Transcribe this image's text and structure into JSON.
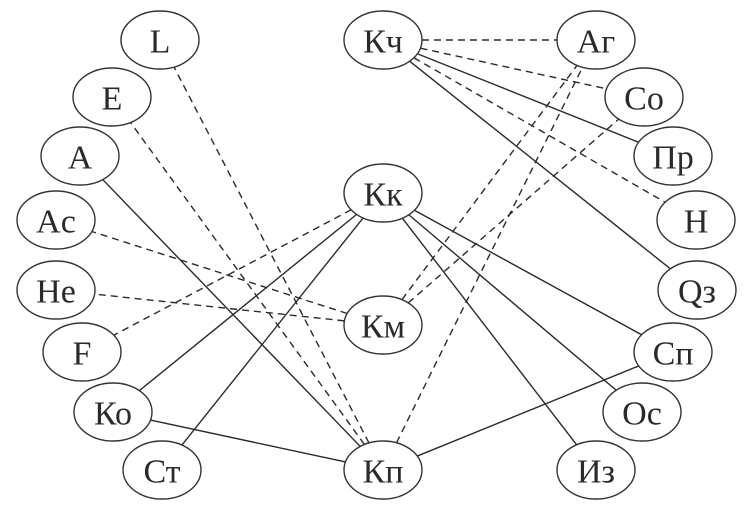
{
  "diagram": {
    "type": "graph",
    "nodes": [
      {
        "id": "L",
        "label": "L"
      },
      {
        "id": "E",
        "label": "E"
      },
      {
        "id": "A",
        "label": "A"
      },
      {
        "id": "Ac",
        "label": "Ac"
      },
      {
        "id": "He",
        "label": "He"
      },
      {
        "id": "F",
        "label": "F"
      },
      {
        "id": "Ko",
        "label": "Ко"
      },
      {
        "id": "Ct",
        "label": "Ст"
      },
      {
        "id": "Kch",
        "label": "Кч"
      },
      {
        "id": "Kk",
        "label": "Кк"
      },
      {
        "id": "Km",
        "label": "Км"
      },
      {
        "id": "Kp",
        "label": "Кп"
      },
      {
        "id": "Ag",
        "label": "Аг"
      },
      {
        "id": "Co",
        "label": "Со"
      },
      {
        "id": "Pr",
        "label": "Пр"
      },
      {
        "id": "H",
        "label": "Н"
      },
      {
        "id": "Qz",
        "label": "Qз"
      },
      {
        "id": "Sp",
        "label": "Сп"
      },
      {
        "id": "Os",
        "label": "Ос"
      },
      {
        "id": "Iz",
        "label": "Из"
      }
    ],
    "edges": [
      {
        "from": "Kch",
        "to": "Ag",
        "style": "dashed"
      },
      {
        "from": "Kch",
        "to": "Co",
        "style": "dashed"
      },
      {
        "from": "Kch",
        "to": "Pr",
        "style": "solid"
      },
      {
        "from": "Kch",
        "to": "H",
        "style": "dashed"
      },
      {
        "from": "Kch",
        "to": "Qz",
        "style": "solid"
      },
      {
        "from": "Kk",
        "to": "F",
        "style": "dashed"
      },
      {
        "from": "Kk",
        "to": "Ko",
        "style": "solid"
      },
      {
        "from": "Kk",
        "to": "Ct",
        "style": "solid"
      },
      {
        "from": "Kk",
        "to": "Iz",
        "style": "solid"
      },
      {
        "from": "Kk",
        "to": "Os",
        "style": "solid"
      },
      {
        "from": "Kk",
        "to": "Sp",
        "style": "solid"
      },
      {
        "from": "Km",
        "to": "Ac",
        "style": "dashed"
      },
      {
        "from": "Km",
        "to": "He",
        "style": "dashed"
      },
      {
        "from": "Km",
        "to": "Ag",
        "style": "dashed"
      },
      {
        "from": "Km",
        "to": "Co",
        "style": "dashed"
      },
      {
        "from": "Kp",
        "to": "A",
        "style": "solid"
      },
      {
        "from": "Kp",
        "to": "E",
        "style": "dashed"
      },
      {
        "from": "Kp",
        "to": "L",
        "style": "dashed"
      },
      {
        "from": "Kp",
        "to": "Ko",
        "style": "solid"
      },
      {
        "from": "Kp",
        "to": "Sp",
        "style": "solid"
      },
      {
        "from": "Kp",
        "to": "Ag",
        "style": "dashed"
      }
    ]
  }
}
